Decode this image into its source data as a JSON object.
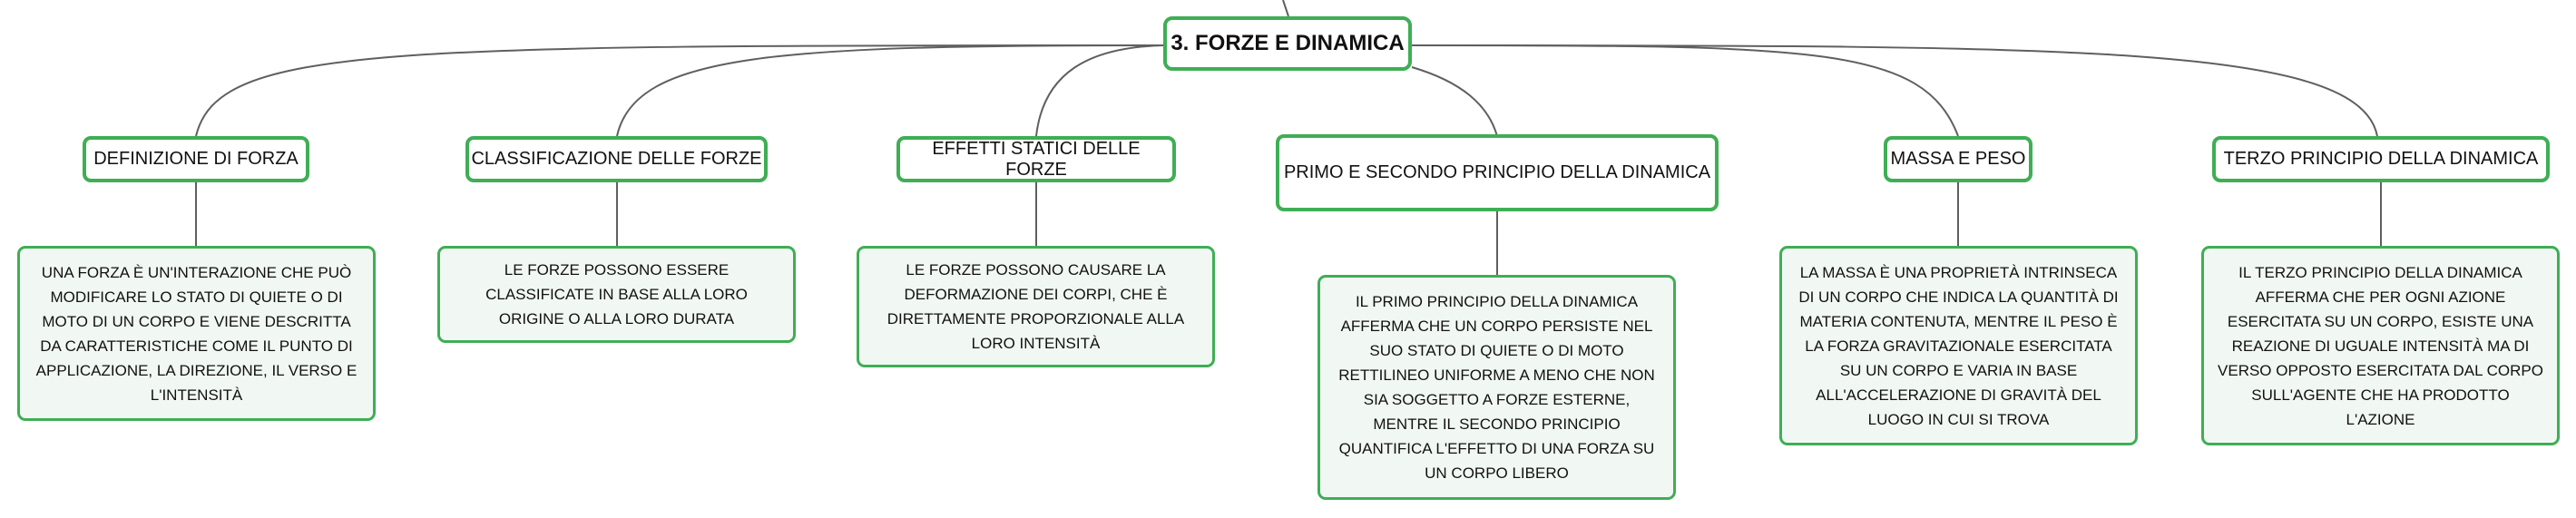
{
  "colors": {
    "border": "#3fae55",
    "line": "#5f5f5f",
    "detail_fill": "#f1f8f3"
  },
  "root": {
    "label": "3. FORZE E DINAMICA"
  },
  "topics": [
    {
      "label": "DEFINIZIONE DI FORZA",
      "detail": "UNA FORZA È UN'INTERAZIONE CHE PUÒ MODIFICARE LO STATO DI QUIETE O DI MOTO DI UN CORPO E VIENE DESCRITTA DA CARATTERISTICHE COME IL PUNTO DI APPLICAZIONE, LA DIREZIONE, IL VERSO E L'INTENSITÀ"
    },
    {
      "label": "CLASSIFICAZIONE DELLE FORZE",
      "detail": "LE FORZE POSSONO ESSERE CLASSIFICATE IN BASE ALLA LORO ORIGINE O ALLA LORO DURATA"
    },
    {
      "label": "EFFETTI STATICI DELLE FORZE",
      "detail": "LE FORZE POSSONO CAUSARE LA DEFORMAZIONE DEI CORPI, CHE È DIRETTAMENTE PROPORZIONALE ALLA LORO INTENSITÀ"
    },
    {
      "label": "PRIMO E SECONDO PRINCIPIO DELLA DINAMICA",
      "detail": "IL PRIMO PRINCIPIO DELLA DINAMICA AFFERMA CHE UN CORPO PERSISTE NEL SUO STATO DI QUIETE O DI MOTO RETTILINEO UNIFORME A MENO CHE NON SIA SOGGETTO A FORZE ESTERNE, MENTRE IL SECONDO PRINCIPIO QUANTIFICA L'EFFETTO DI UNA FORZA SU UN CORPO LIBERO"
    },
    {
      "label": "MASSA E PESO",
      "detail": "LA MASSA È UNA PROPRIETÀ INTRINSECA DI UN CORPO CHE INDICA LA QUANTITÀ DI MATERIA CONTENUTA, MENTRE IL PESO È LA FORZA GRAVITAZIONALE ESERCITATA SU UN CORPO E VARIA IN BASE ALL'ACCELERAZIONE DI GRAVITÀ DEL LUOGO IN CUI SI TROVA"
    },
    {
      "label": "TERZO PRINCIPIO DELLA DINAMICA",
      "detail": "IL TERZO PRINCIPIO DELLA DINAMICA AFFERMA CHE PER OGNI AZIONE ESERCITATA SU UN CORPO, ESISTE UNA REAZIONE DI UGUALE INTENSITÀ MA DI VERSO OPPOSTO ESERCITATA DAL CORPO SULL'AGENTE CHE HA PRODOTTO L'AZIONE"
    }
  ]
}
